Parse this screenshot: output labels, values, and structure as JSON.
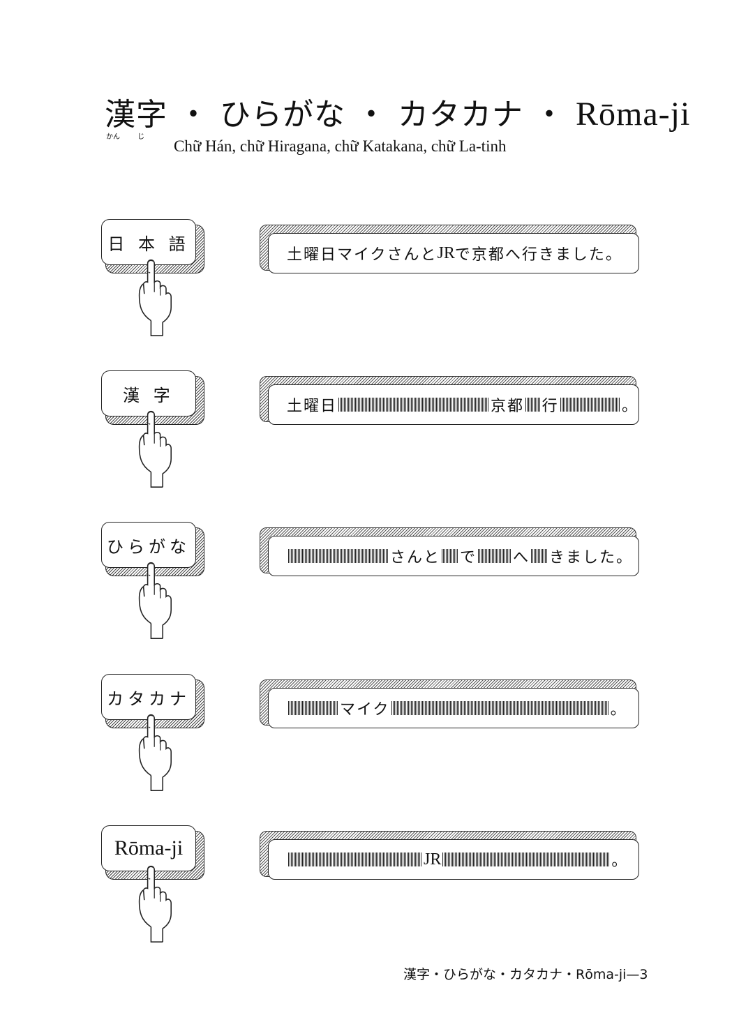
{
  "header": {
    "title_kanji": "漢字",
    "sep": "・",
    "title_hiragana": "ひらがな",
    "title_katakana": "カタカナ",
    "title_romaji": "Rōma-ji",
    "ruby": "かん じ",
    "subtitle": "Chữ Hán, chữ Hiragana, chữ Katakana, chữ La-tinh"
  },
  "rows": [
    {
      "key_label": "日 本 語",
      "segments": [
        {
          "type": "text",
          "value": "土曜日マイクさんと"
        },
        {
          "type": "latin",
          "value": "JR"
        },
        {
          "type": "text",
          "value": "で京都へ行きました。"
        }
      ]
    },
    {
      "key_label": "漢 字",
      "segments": [
        {
          "type": "text",
          "value": "土曜日"
        },
        {
          "type": "blank",
          "chars": 10
        },
        {
          "type": "text",
          "value": "京都"
        },
        {
          "type": "blank",
          "chars": 1
        },
        {
          "type": "text",
          "value": "行"
        },
        {
          "type": "blank",
          "chars": 4
        },
        {
          "type": "text",
          "value": "。"
        }
      ]
    },
    {
      "key_label": "ひらがな",
      "segments": [
        {
          "type": "blank",
          "chars": 6
        },
        {
          "type": "text",
          "value": "さんと"
        },
        {
          "type": "blank",
          "chars": 1
        },
        {
          "type": "text",
          "value": "で"
        },
        {
          "type": "blank",
          "chars": 2
        },
        {
          "type": "text",
          "value": "へ"
        },
        {
          "type": "blank",
          "chars": 1
        },
        {
          "type": "text",
          "value": "きました。"
        }
      ]
    },
    {
      "key_label": "カタカナ",
      "segments": [
        {
          "type": "blank",
          "chars": 3
        },
        {
          "type": "text",
          "value": "マイク"
        },
        {
          "type": "blank",
          "chars": 13
        },
        {
          "type": "text",
          "value": "。"
        }
      ]
    },
    {
      "key_label": "Rōma-ji",
      "segments": [
        {
          "type": "blank",
          "chars": 8
        },
        {
          "type": "latin",
          "value": "JR"
        },
        {
          "type": "blank",
          "chars": 10
        },
        {
          "type": "text",
          "value": "。"
        }
      ]
    }
  ],
  "footer": {
    "text": "漢字・ひらがな・カタカナ・Rōma-ji—3"
  }
}
